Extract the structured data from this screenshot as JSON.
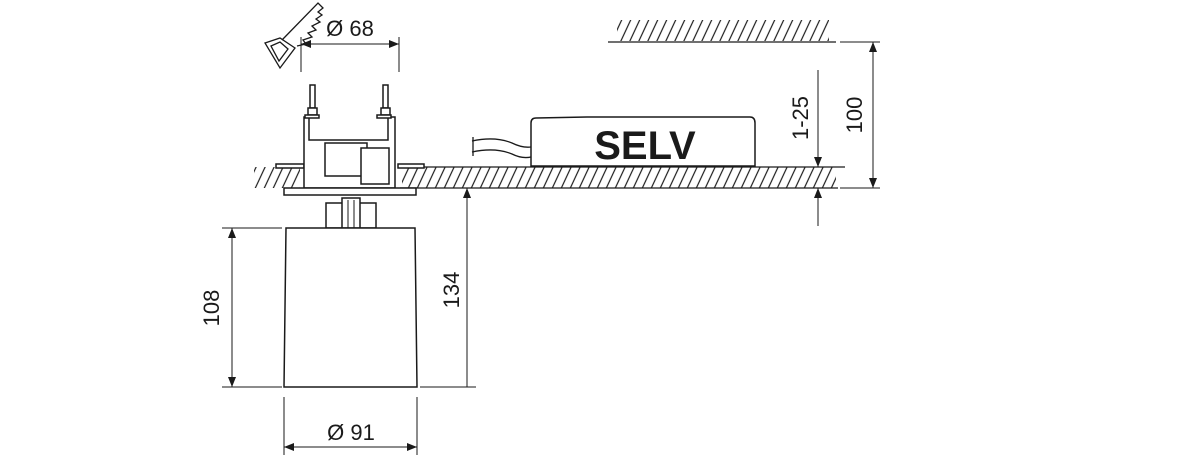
{
  "dimensions": {
    "cutout_diameter": "Ø 68",
    "body_diameter": "Ø 91",
    "body_height": "108",
    "total_height_below_ceiling": "134",
    "ceiling_thickness": "1-25",
    "installation_depth": "100"
  },
  "driver_label": "SELV"
}
